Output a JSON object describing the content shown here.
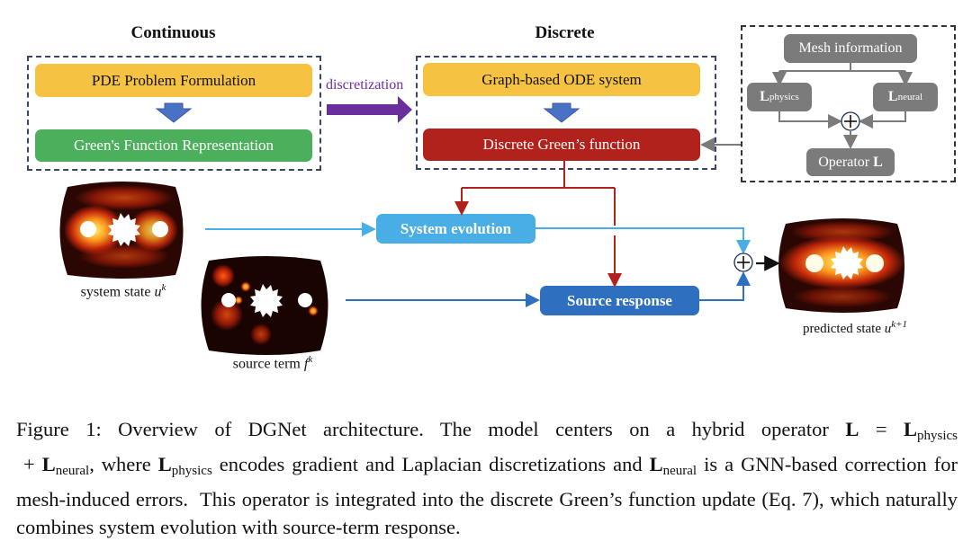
{
  "headings": {
    "continuous": "Continuous",
    "discrete": "Discrete"
  },
  "continuous": {
    "pde": "PDE Problem Formulation",
    "green": "Green's Function Representation"
  },
  "arrow_label": "discretization",
  "discrete": {
    "graph_ode": "Graph-based ODE system",
    "dgf": "Discrete Green’s function"
  },
  "operator": {
    "mesh": "Mesh information",
    "l_physics": {
      "main": "L",
      "sub": "physics"
    },
    "l_neural": {
      "main": "L",
      "sub": "neural"
    },
    "op_label": "Operator ",
    "op_symbol": "L"
  },
  "blocks": {
    "system_evolution": "System evolution",
    "source_response": "Source response"
  },
  "images": {
    "system_state": {
      "text": "system state ",
      "var": "u",
      "sup": "k"
    },
    "source_term": {
      "text": "source term ",
      "var": "f",
      "sup": "k"
    },
    "predicted": {
      "text": "predicted state ",
      "var": "u",
      "sup": "k+1"
    }
  },
  "colors": {
    "yellow": "#f5c242",
    "green": "#4caf5c",
    "red": "#b0221b",
    "gray": "#7b7b7b",
    "light_blue": "#4aaee6",
    "dark_blue": "#2e6fbf",
    "purple": "#6a2f9c"
  },
  "caption": {
    "p1": "Figure 1: Overview of DGNet architecture. The model centers on a hybrid operator ",
    "L": "L",
    "eq": " = ",
    "phys": "physics",
    "plus": " + ",
    "neural": "neural",
    "p2": ", where ",
    "p3": " encodes gradient and Laplacian discretizations and ",
    "p4": " is a GNN-based correction for mesh-induced errors.  This operator is integrated into the discrete Green’s function update (Eq. 7), which naturally combines system evolution with source-term response."
  }
}
